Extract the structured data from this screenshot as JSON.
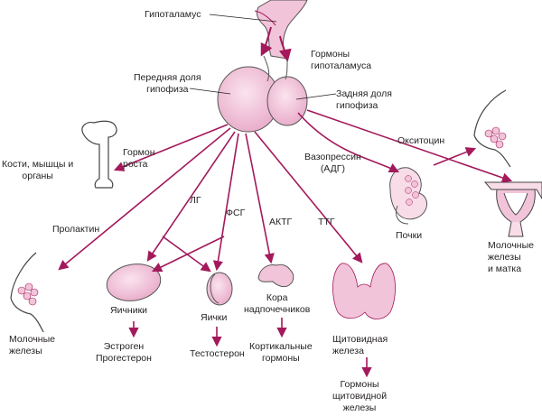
{
  "labels": {
    "hypothalamus": "Гипоталамус",
    "hypothalamic_hormones": "Гормоны\nгипоталамуса",
    "anterior_pituitary": "Передняя доля\nгипофиза",
    "posterior_pituitary": "Задняя доля\nгипофиза",
    "bones_organs": "Кости, мышцы и\nорганы",
    "growth_hormone": "Гормон\nроста",
    "vasopressin": "Вазопрессин\n(АДГ)",
    "oxytocin": "Окситоцин",
    "kidneys": "Почки",
    "mammary_uterus": "Молочные\nжелезы\nи матка",
    "prolactin": "Пролактин",
    "lh": "ЛГ",
    "fsh": "ФСГ",
    "acth": "АКТГ",
    "tsh": "ТТГ",
    "mammary_glands": "Молочные\nжелезы",
    "ovaries": "Яичники",
    "estrogen_progesterone": "Эстроген\nПрогестерон",
    "testes": "Яички",
    "testosterone": "Тестостерон",
    "adrenal_cortex": "Кора\nнадпочечников",
    "corticosteroids": "Кортикальные\nгормоны",
    "thyroid": "Щитовидная\nжелеза",
    "thyroid_hormones": "Гормоны\nщитовидной\nжелезы"
  },
  "colors": {
    "arrow": "#a3195b",
    "organ_fill": "#f2c4d9",
    "organ_light": "#f8dce8",
    "outline": "#444444",
    "text": "#231f20"
  }
}
